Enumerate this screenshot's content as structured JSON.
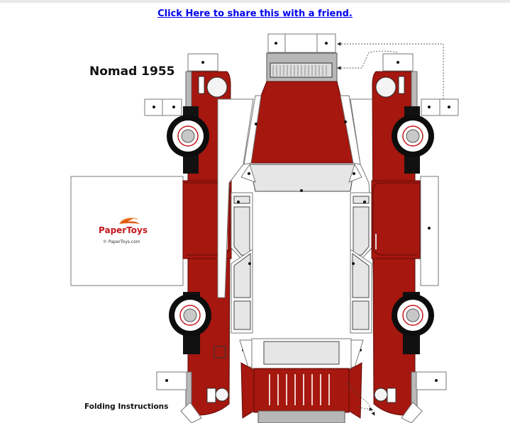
{
  "link": {
    "share_text": "Click Here to share this with a friend."
  },
  "model": {
    "title": "Nomad 1955",
    "body_color": "#a5170f",
    "logo_name": "PaperToys",
    "logo_url": "© PaperToys.com"
  },
  "instructions": {
    "heading": "Folding Instructions"
  }
}
